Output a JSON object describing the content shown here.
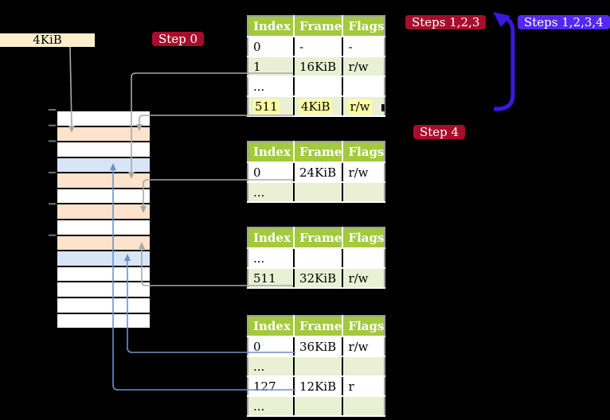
{
  "box_4kib": {
    "label": "4KiB"
  },
  "step_labels": {
    "step0": "Step 0",
    "steps123": "Steps 1,2,3",
    "steps1234": "Steps 1,2,3,4",
    "step4": "Step 4"
  },
  "page_tables": [
    {
      "headers": [
        "Index",
        "Frame",
        "Flags"
      ],
      "rows": [
        {
          "cells": [
            "0",
            "-",
            "-"
          ]
        },
        {
          "cells": [
            "1",
            "16KiB",
            "r/w"
          ]
        },
        {
          "cells": [
            "...",
            "",
            ""
          ]
        },
        {
          "cells": [
            "511",
            "4KiB",
            "r/w"
          ],
          "highlight": true
        }
      ]
    },
    {
      "headers": [
        "Index",
        "Frame",
        "Flags"
      ],
      "rows": [
        {
          "cells": [
            "0",
            "24KiB",
            "r/w"
          ]
        },
        {
          "cells": [
            "...",
            "",
            ""
          ]
        }
      ]
    },
    {
      "headers": [
        "Index",
        "Frame",
        "Flags"
      ],
      "rows": [
        {
          "cells": [
            "...",
            "",
            ""
          ]
        },
        {
          "cells": [
            "511",
            "32KiB",
            "r/w"
          ]
        }
      ]
    },
    {
      "headers": [
        "Index",
        "Frame",
        "Flags"
      ],
      "rows": [
        {
          "cells": [
            "0",
            "36KiB",
            "r/w"
          ]
        },
        {
          "cells": [
            "...",
            "",
            ""
          ]
        },
        {
          "cells": [
            "127",
            "12KiB",
            "r"
          ]
        },
        {
          "cells": [
            "...",
            "",
            ""
          ]
        }
      ]
    }
  ],
  "memory_column": {
    "rows": [
      "white",
      "peach",
      "white",
      "blue",
      "peach",
      "white",
      "peach",
      "white",
      "peach",
      "blue",
      "white",
      "white",
      "white",
      "white"
    ]
  },
  "colors": {
    "label_red": "#a60e2c",
    "label_violet": "#5428f2",
    "arrow_violet": "#3c17e2",
    "table_header_green": "#a3c93d",
    "table_row_green": "#e9f0d4",
    "table_border": "#9e9e9e",
    "highlight_yellow": "#ffffa3",
    "memory_peach": "#fde3cc",
    "memory_blue": "#d8e5f6",
    "connector_grey": "#a8a8a8",
    "connector_blue": "#6d92c4",
    "box_wheat": "#fbeecb"
  }
}
